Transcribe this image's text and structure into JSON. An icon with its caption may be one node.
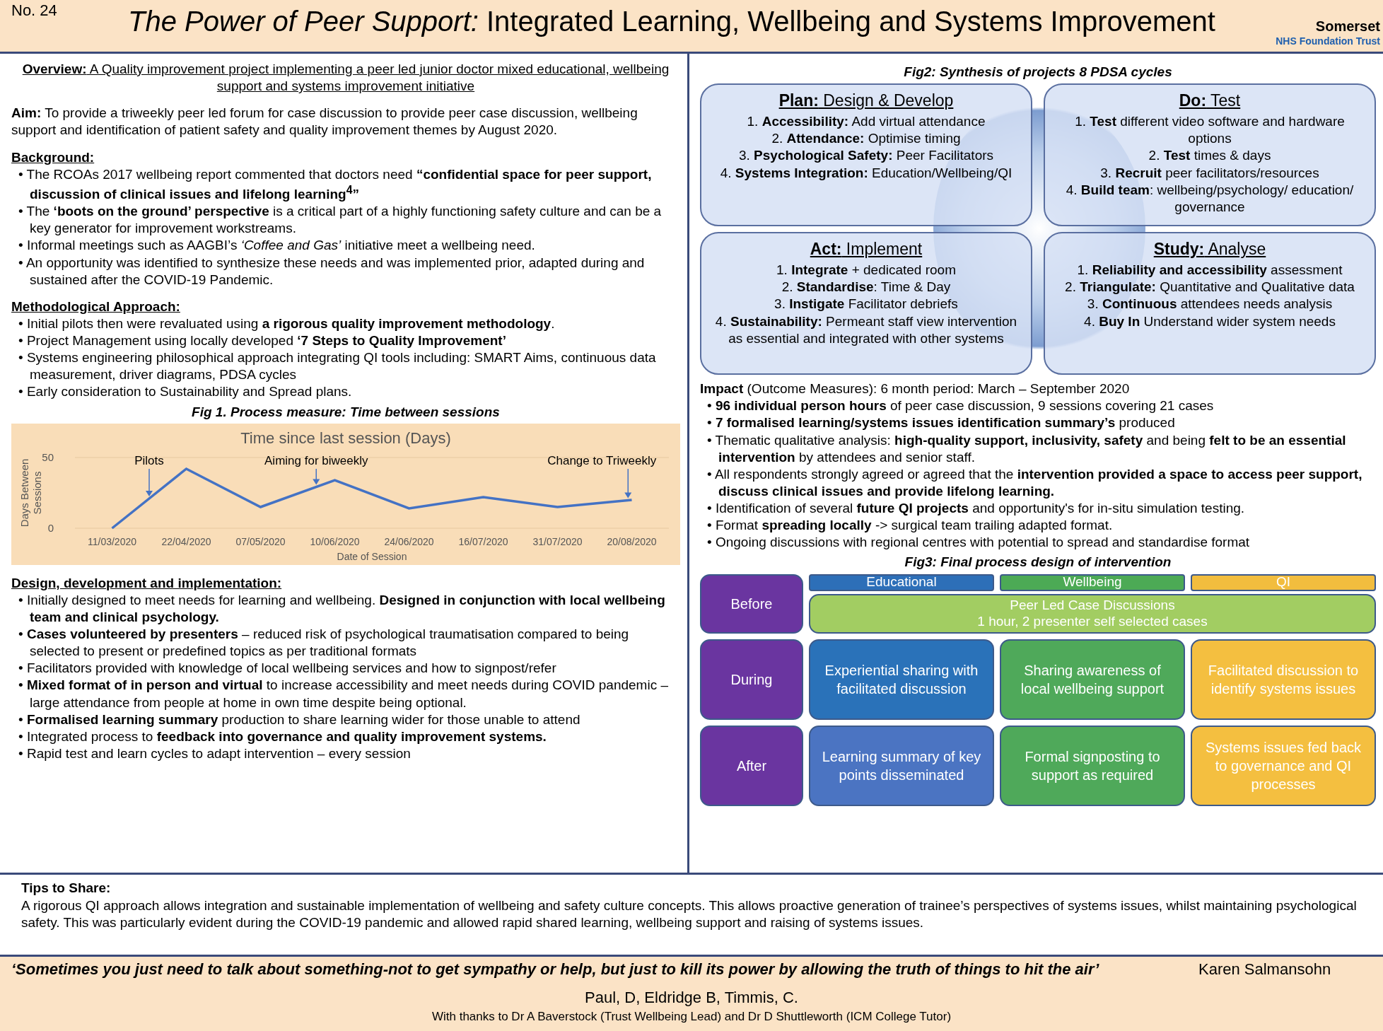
{
  "diagram": {
    "title": "*The Power of Peer Support:* Integrated Learning, Wellbeing and Systems Improvement",
    "nodes": [
      {
        "text": [
          "**Plan:** Design & Develop",
          "1. **Accessibility:** Add virtual attendance",
          "2. **Attendance:** Optimise timing",
          "3. **Psychological Safety:** Peer Facilitators",
          "4. **Systems Integration:** Education/Wellbeing/QI"
        ]
      },
      {
        "text": [
          "**Do:** Test",
          "1. **Test** different video software and hardware options",
          "2. **Test** times & days",
          "3. **Recruit** peer facilitators/resources",
          "4. **Build team**: wellbeing/psychology/ education/ governance"
        ]
      },
      {
        "text": [
          "**Act:** Implement",
          "1. **Integrate** + dedicated room",
          "2. **Standardise**: Time & Day",
          "3. **Instigate** Facilitator debriefs",
          "4. **Sustainability:** Permeant staff view intervention as essential and integrated with other systems"
        ]
      },
      {
        "text": [
          "**Study:** Analyse",
          "1. **Reliability and accessibility** assessment",
          "2. **Triangulate:** Quantitative and Qualitative data",
          "3. **Continuous** attendees needs analysis",
          "4. **Buy In** Understand wider system needs"
        ]
      },
      {
        "text": [
          "Before"
        ]
      },
      {
        "text": [
          "Educational"
        ]
      },
      {
        "text": [
          "Wellbeing"
        ]
      },
      {
        "text": [
          "QI"
        ]
      },
      {
        "text": [
          "Peer Led Case Discussions",
          "1 hour, 2 presenter self selected cases"
        ]
      },
      {
        "text": [
          "During"
        ]
      },
      {
        "text": [
          "Experiential sharing with facilitated discussion"
        ]
      },
      {
        "text": [
          "Sharing awareness of local wellbeing support"
        ]
      },
      {
        "text": [
          "Facilitated discussion to identify systems issues"
        ]
      },
      {
        "text": [
          "After"
        ]
      },
      {
        "text": [
          "Learning summary of key points disseminated"
        ]
      },
      {
        "text": [
          "Formal signposting to support as required"
        ]
      },
      {
        "text": [
          "Systems issues fed back to governance and QI processes"
        ]
      }
    ],
    "labels": [
      "No. 24",
      "Somerset",
      "NHS Foundation Trust",
      "**Overview:** A Quality improvement project implementing a peer led junior doctor mixed educational, wellbeing support and systems improvement initiative",
      "**Aim:** To provide a triweekly peer led forum for case discussion to provide peer case discussion, wellbeing support and identification of patient safety and quality improvement themes by August 2020.",
      "Background:",
      "• The RCOAs 2017 wellbeing report commented that doctors need **“confidential space for peer support, discussion of clinical issues and lifelong learning$^{4}$”**",
      "• The **‘boots on the ground’ perspective** is a critical part of a highly functioning safety culture and can be a key generator for improvement workstreams.",
      "• Informal meetings such as AAGBI’s *‘Coffee and Gas’* initiative meet a wellbeing need.",
      "• An opportunity was identified to synthesize these needs and was implemented prior, adapted during and sustained after the COVID-19 Pandemic.",
      "Methodological Approach:",
      "• Initial pilots then were revaluated using **a rigorous quality improvement methodology**.",
      "• Project Management using locally developed **‘7 Steps to Quality Improvement’**",
      "• Systems engineering philosophical approach integrating QI tools including: SMART Aims, continuous data measurement, driver diagrams, PDSA cycles",
      "• Early consideration to Sustainability and Spread plans.",
      "Fig 1. Process measure: Time between sessions",
      "Design, development and implementation:",
      "• Initially designed to meet needs for learning and wellbeing. **Designed in conjunction with local wellbeing team and clinical psychology.**",
      "• **Cases volunteered by presenters** – reduced risk of psychological traumatisation compared to being selected to present or predefined topics as per traditional formats",
      "• Facilitators provided with knowledge of local wellbeing services and how to signpost/refer",
      "• **Mixed format of in person and virtual** to increase accessibility and meet needs during COVID pandemic – large attendance from people at home in own time despite being optional.",
      "• **Formalised learning summary** production to share learning wider for those unable to attend",
      "• Integrated process to **feedback into governance and quality improvement systems.**",
      "• Rapid test and learn cycles to adapt intervention – every session",
      "Fig2: Synthesis of projects 8 PDSA cycles",
      "**Impact** (Outcome Measures): 6 month period: March – September 2020",
      "• **96 individual person hours** of peer case discussion, 9 sessions covering 21 cases",
      "• **7 formalised learning/systems issues identification summary’s** produced",
      "• Thematic qualitative analysis: **high-quality support, inclusivity, safety** and being **felt to be an essential intervention** by attendees and senior staff.",
      "• All respondents strongly agreed or agreed that the **intervention provided a space to access peer support, discuss clinical issues and provide lifelong learning.**",
      "• Identification of several **future QI projects** and opportunity's for in-situ simulation testing.",
      "• Format **spreading locally** -> surgical team trailing adapted format.",
      "• Ongoing discussions with regional centres with potential to spread and standardise format",
      "Fig3: Final process design of intervention",
      "Tips to Share:",
      "A rigorous QI approach allows integration and sustainable implementation of wellbeing and safety culture concepts. This allows proactive generation of trainee’s perspectives of systems issues, whilst maintaining psychological safety. This was particularly evident during the COVID-19 pandemic and allowed rapid shared learning, wellbeing support and raising of systems issues.",
      "‘Sometimes you just need to talk about something-not to get sympathy or help, but just to kill its power by allowing the truth of things to hit the air’",
      "Karen Salmansohn",
      "Paul, D, Eldridge B, Timmis, C.",
      "With thanks to Dr A Baverstock (Trust Wellbeing Lead) and Dr D Shuttleworth (ICM College Tutor)"
    ],
    "chart_data": {
      "type": "line",
      "title": "Time since last session (Days)",
      "xlabel": "Date of Session",
      "ylabel": "Days Between Sessions",
      "categories": [
        "11/03/2020",
        "22/04/2020",
        "07/05/2020",
        "10/06/2020",
        "24/06/2020",
        "16/07/2020",
        "31/07/2020",
        "20/08/2020"
      ],
      "series": [
        {
          "color": "#4472c4",
          "values": [
            0,
            42,
            15,
            34,
            14,
            22,
            15,
            20
          ]
        }
      ],
      "ylim": [
        0,
        50
      ],
      "yticks": [
        0,
        50
      ],
      "annotations": [
        "Pilots",
        "Aiming for biweekly",
        "Change to Triweekly"
      ]
    }
  }
}
